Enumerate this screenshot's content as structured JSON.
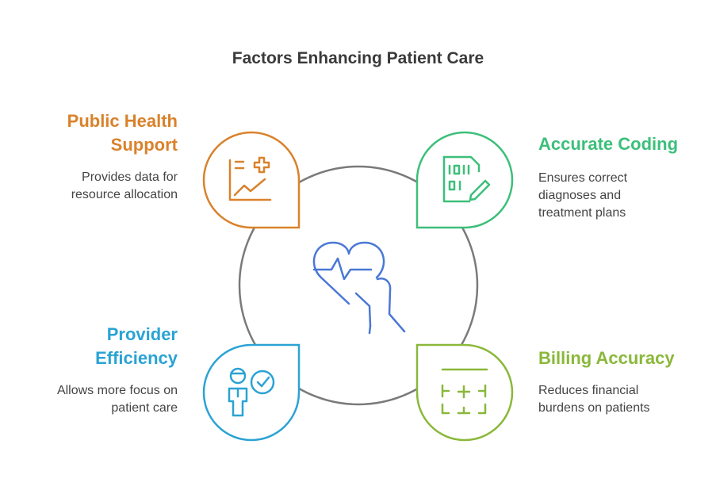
{
  "title": "Factors Enhancing Patient Care",
  "colors": {
    "ring": "#7a7a7a",
    "center": "#4a78d6",
    "public_health": "#d9822b",
    "accurate_coding": "#3cbf7a",
    "provider_efficiency": "#2aa3d4",
    "billing_accuracy": "#8ab83a"
  },
  "center_icon": "heart-hand-icon",
  "factors": {
    "public_health": {
      "heading_lines": [
        "Public Health",
        "Support"
      ],
      "desc_lines": [
        "Provides data for",
        "resource allocation"
      ],
      "icon": "health-chart-icon"
    },
    "accurate_coding": {
      "heading_lines": [
        "Accurate Coding"
      ],
      "desc_lines": [
        "Ensures correct",
        "diagnoses and",
        "treatment plans"
      ],
      "icon": "binary-document-icon"
    },
    "provider_efficiency": {
      "heading_lines": [
        "Provider",
        "Efficiency"
      ],
      "desc_lines": [
        "Allows more focus on",
        "patient care"
      ],
      "icon": "provider-check-icon"
    },
    "billing_accuracy": {
      "heading_lines": [
        "Billing Accuracy"
      ],
      "desc_lines": [
        "Reduces financial",
        "burdens on patients"
      ],
      "icon": "calculator-icon"
    }
  }
}
